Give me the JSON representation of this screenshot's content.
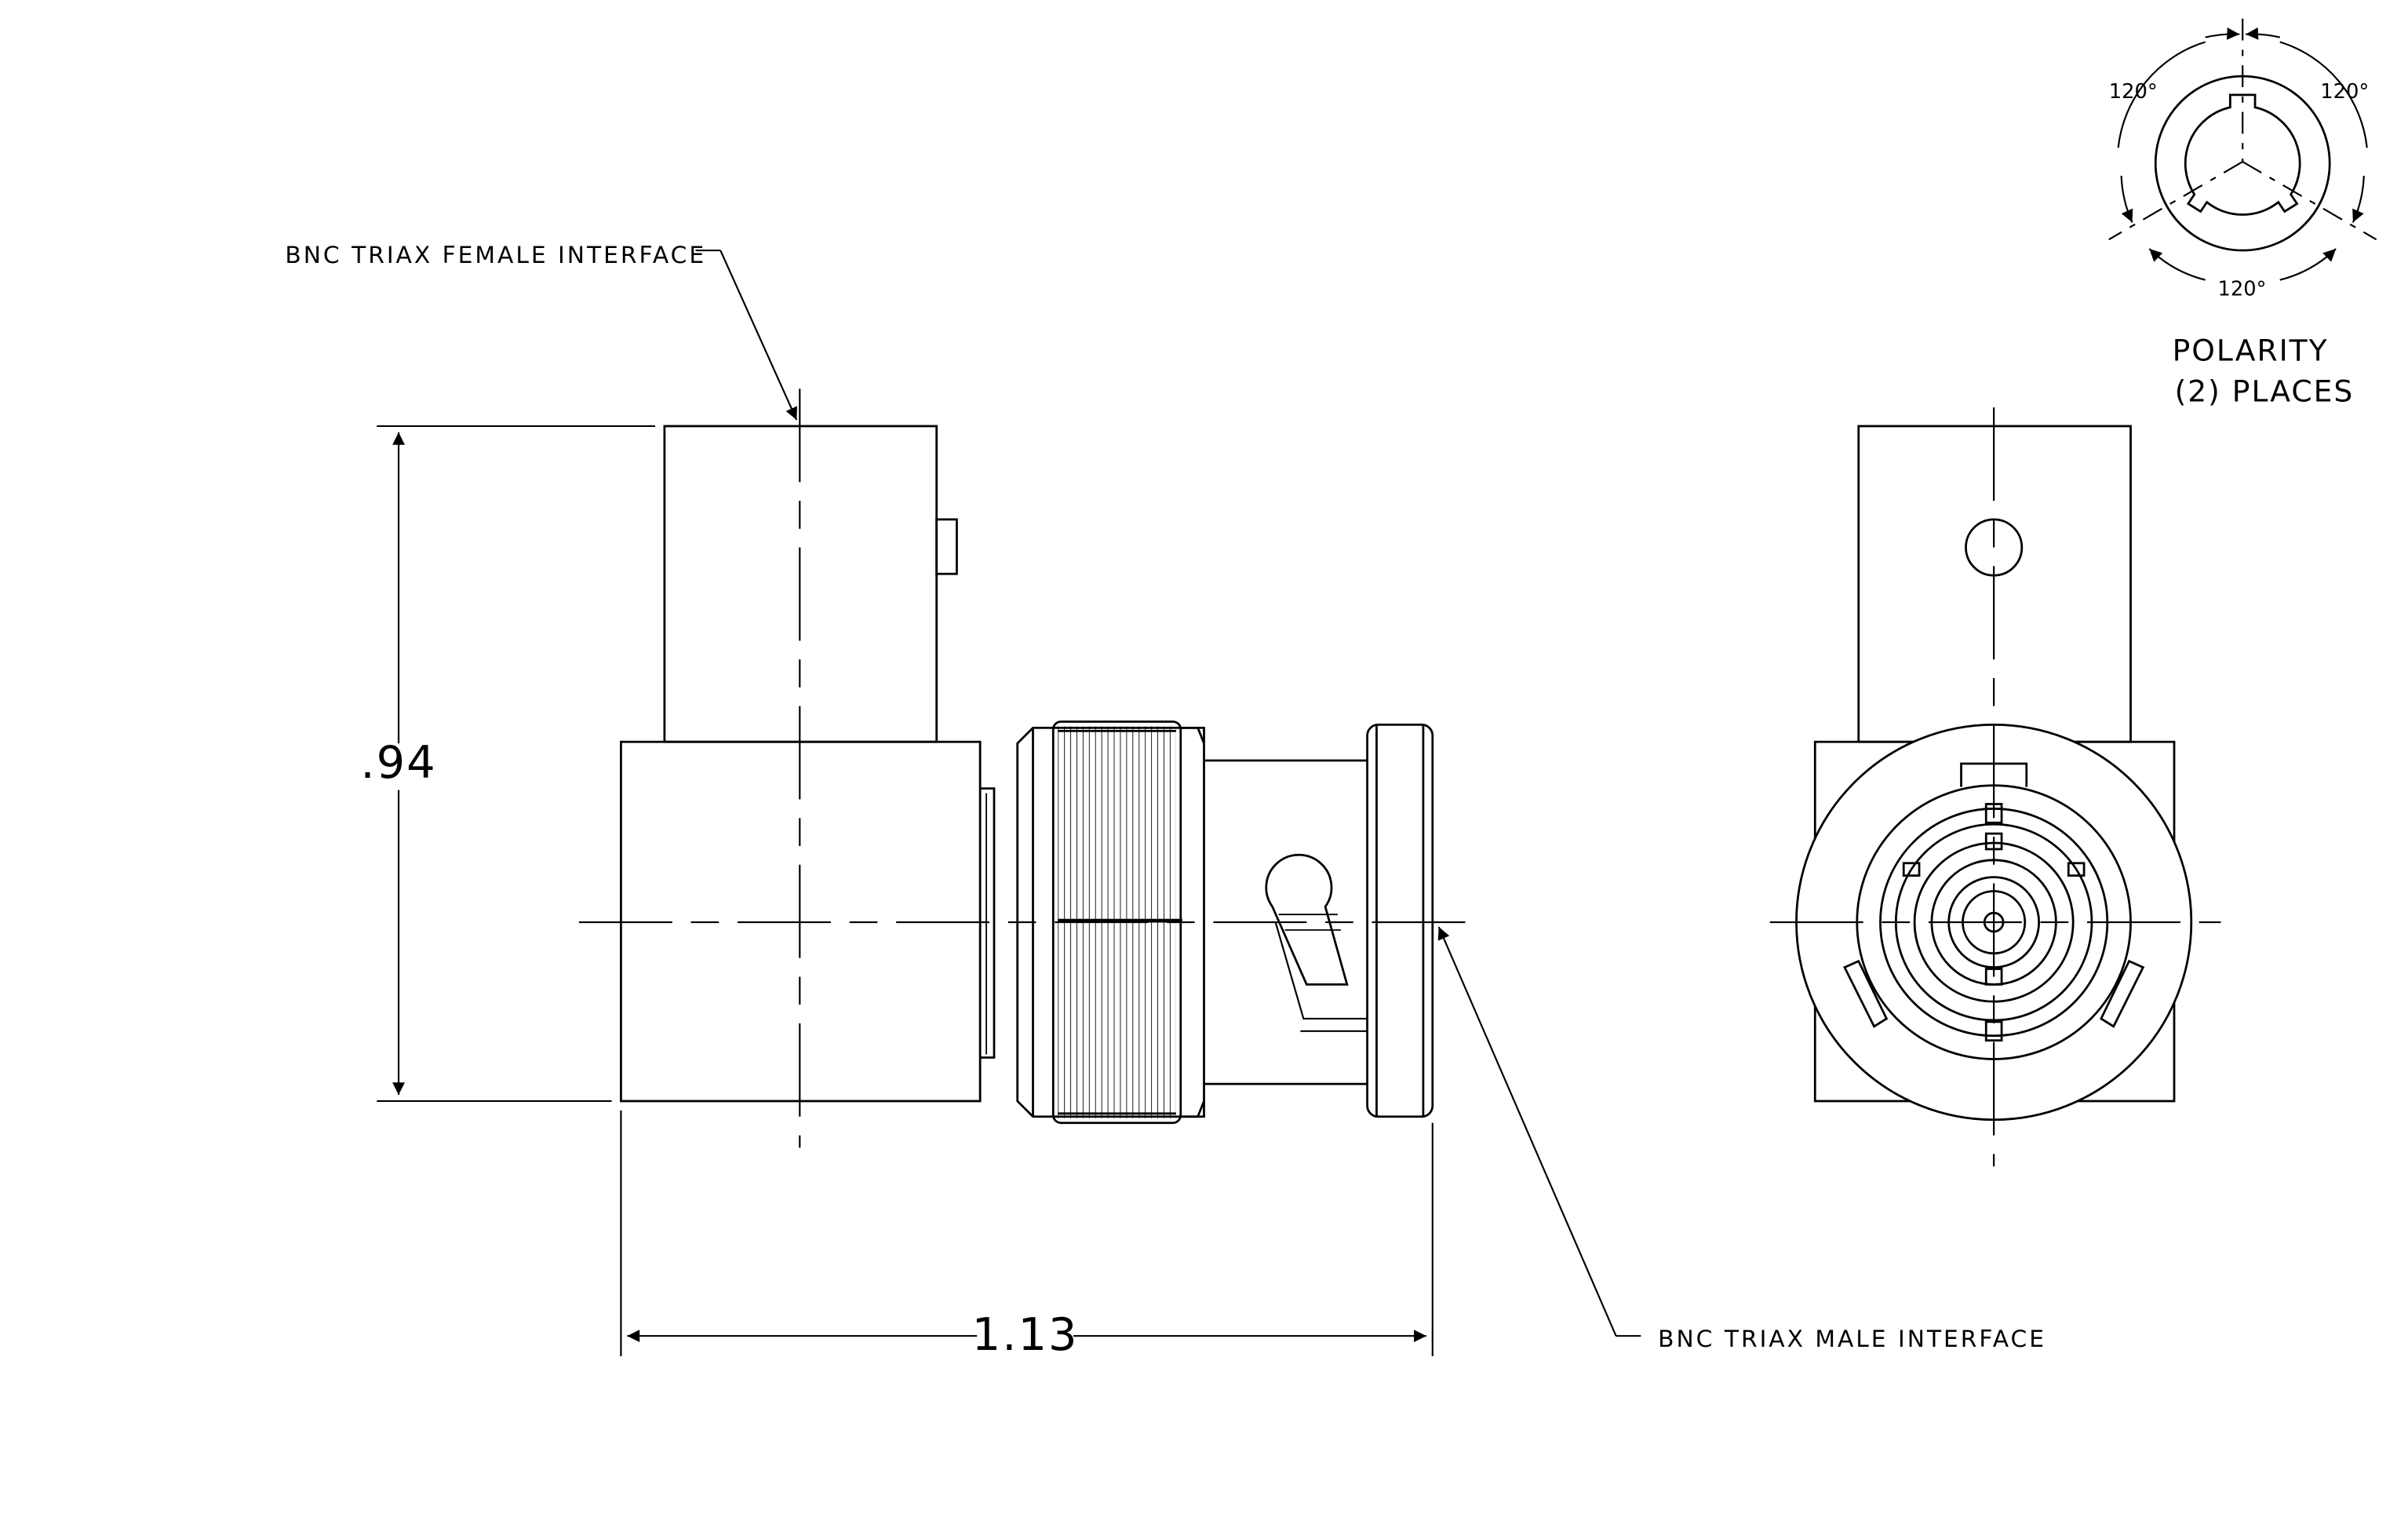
{
  "labels": {
    "female_interface": "BNC TRIAX FEMALE INTERFACE",
    "male_interface": "BNC TRIAX MALE INTERFACE",
    "polarity_line1": "POLARITY",
    "polarity_line2": "(2) PLACES"
  },
  "dimensions": {
    "height": ".94",
    "length": "1.13"
  },
  "angles": {
    "upper_left": "120°",
    "upper_right": "120°",
    "bottom": "120°"
  },
  "colors": {
    "line": "#000000",
    "background": "#ffffff"
  }
}
